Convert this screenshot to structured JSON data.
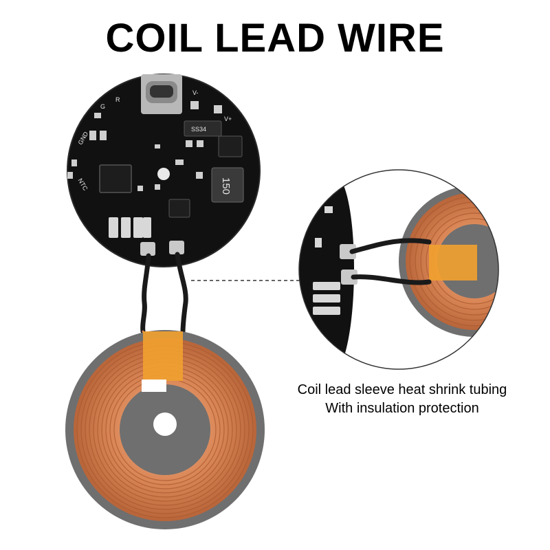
{
  "title": "COIL LEAD WIRE",
  "caption": {
    "line1": "Coil lead sleeve heat shrink tubing",
    "line2": "With insulation protection"
  },
  "pcb": {
    "pin_labels": [
      "GND",
      "G",
      "R",
      "V-",
      "V+",
      "NTC"
    ],
    "inductor_marking": "150",
    "chip_marking": "SS34"
  },
  "colors": {
    "pcb": "#111111",
    "copper": "#d98555",
    "shield": "#6f6f6f",
    "tape": "#f0a030"
  }
}
